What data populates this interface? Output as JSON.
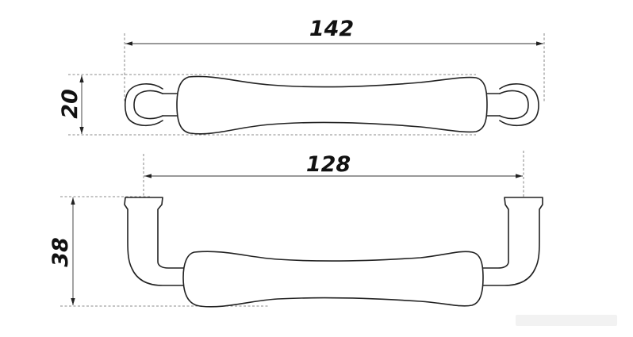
{
  "dimensions": {
    "overall_length": "142",
    "center_distance": "128",
    "grip_thickness": "20",
    "height": "38"
  }
}
